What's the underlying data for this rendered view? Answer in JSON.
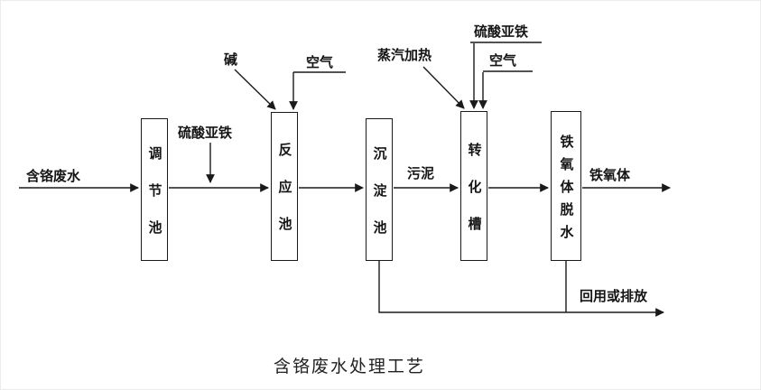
{
  "diagram": {
    "title": "含铬废水处理工艺",
    "input_label": "含铬废水",
    "boxes": [
      "调节池",
      "反应池",
      "沉淀池",
      "转化槽",
      "铁氧体脱水"
    ],
    "labels": {
      "ferrous_sulfate_in": "硫酸亚铁",
      "alkali": "碱",
      "air_reaction": "空气",
      "sludge": "污泥",
      "steam_heating": "蒸汽加热",
      "ferrous_sulfate_conversion": "硫酸亚铁",
      "air_conversion": "空气",
      "ferrite": "铁氧体",
      "reuse_or_discharge": "回用或排放"
    },
    "colors": {
      "line": "#1a1a1a",
      "background": "#ffffff"
    }
  }
}
